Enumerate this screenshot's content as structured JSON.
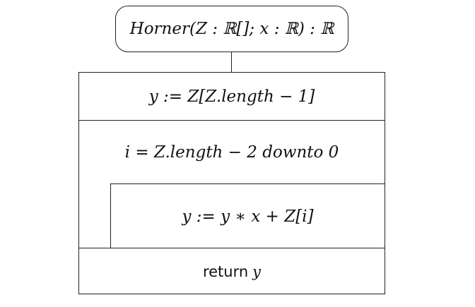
{
  "header": {
    "function_name": "Horner",
    "signature_rest": "(Z : ℝ[]; x : ℝ) : ℝ"
  },
  "steps": {
    "init": "y := Z[Z.length − 1]",
    "loop": "i = Z.length − 2 downto 0",
    "loop_body": "y := y ∗ x + Z[i]",
    "return_keyword": "return",
    "return_value": "y"
  }
}
